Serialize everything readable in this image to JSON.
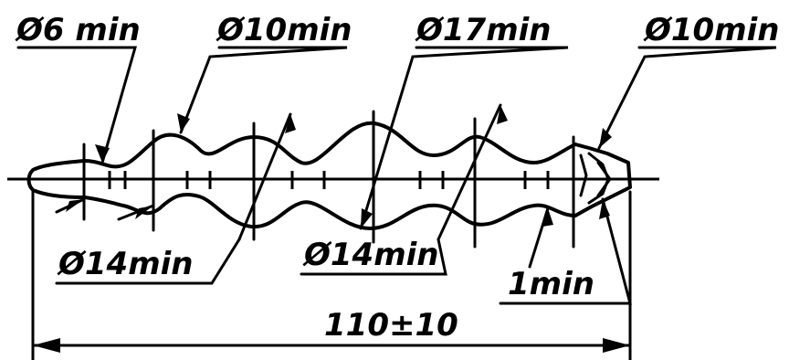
{
  "drawing": {
    "dimensions": {
      "d6_min": "Ø6 min",
      "d10_min_left": "Ø10min",
      "d17_min": "Ø17min",
      "d10_min_right": "Ø10min",
      "d14_min_left": "Ø14min",
      "d14_min_right": "Ø14min",
      "wall_1_min": "1min",
      "overall_length": "110±10"
    },
    "line_color": "#000000",
    "background": "#ffffff"
  }
}
